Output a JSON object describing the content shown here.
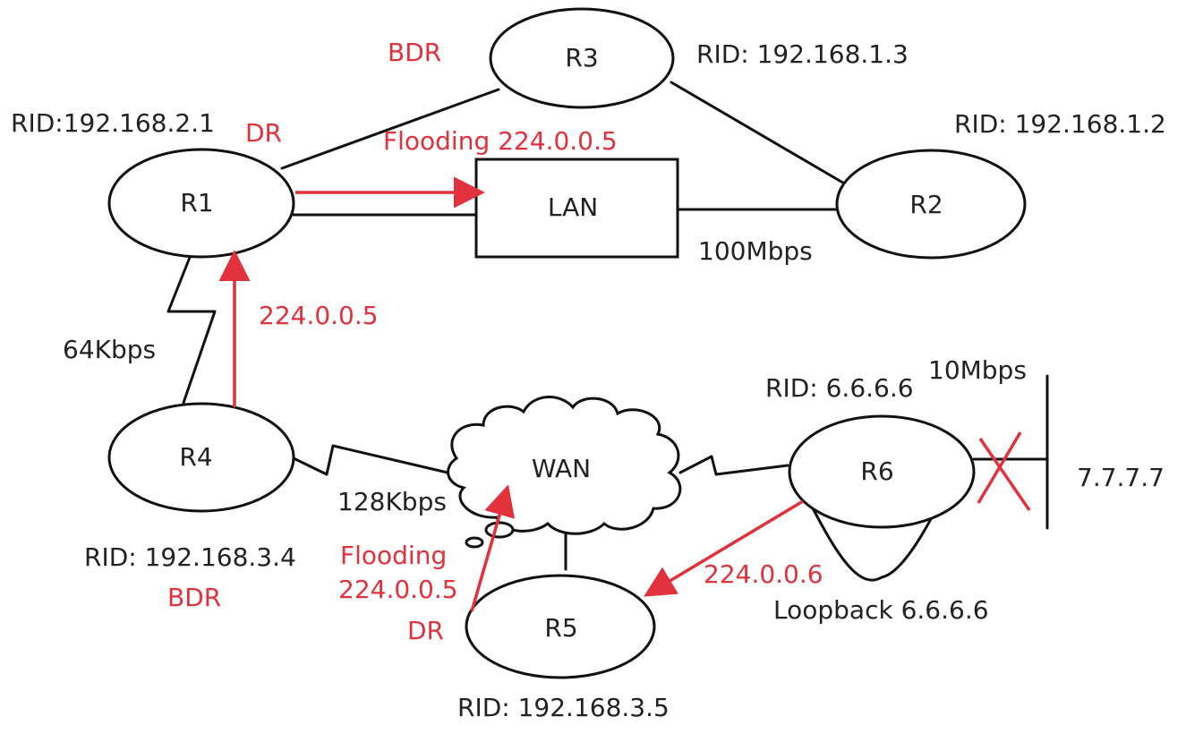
{
  "nodes": {
    "r1": "R1",
    "r2": "R2",
    "r3": "R3",
    "r4": "R4",
    "r5": "R5",
    "r6": "R6",
    "lan": "LAN",
    "wan": "WAN"
  },
  "rids": {
    "r1": "RID:192.168.2.1",
    "r2": "RID: 192.168.1.2",
    "r3": "RID: 192.168.1.3",
    "r4": "RID: 192.168.3.4",
    "r5": "RID: 192.168.3.5",
    "r6": "RID: 6.6.6.6"
  },
  "roles": {
    "r1": "DR",
    "r3": "BDR",
    "r4": "BDR",
    "r5": "DR"
  },
  "links": {
    "lan_r2": "100Mbps",
    "r1_r4": "64Kbps",
    "r4_wan": "128Kbps",
    "r6_net": "10Mbps",
    "external_net": "7.7.7.7",
    "loopback": "Loopback 6.6.6.6"
  },
  "flows": {
    "r1_lan": "Flooding 224.0.0.5",
    "r4_r1": "224.0.0.5",
    "r5_wan_line1": "Flooding",
    "r5_wan_line2": "224.0.0.5",
    "r6_r5": "224.0.0.6"
  },
  "colors": {
    "annotation": "#e0313c",
    "line": "#111111",
    "text": "#222222"
  }
}
